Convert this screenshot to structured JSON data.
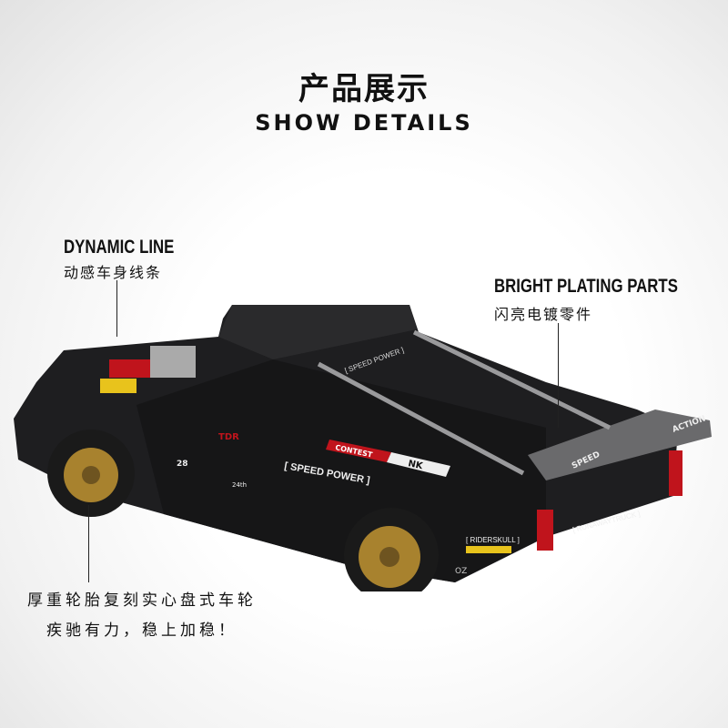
{
  "header": {
    "title_cn": "产品展示",
    "title_en": "SHOW DETAILS"
  },
  "callouts": {
    "dynamic_line": {
      "en": "DYNAMIC LINE",
      "cn": "动感车身线条"
    },
    "plating": {
      "en": "BRIGHT PLATING PARTS",
      "cn": "闪亮电镀零件"
    },
    "wheels": {
      "line1": "厚重轮胎复刻实心盘式车轮",
      "line2": "疾驰有力，稳上加稳！"
    }
  },
  "car": {
    "body_color": "#1e1e20",
    "rim_color": "#a8822e",
    "accent_red": "#c0141c",
    "decals": {
      "speed_power": "[ SPEED POWER ]",
      "roof": "[ SPEED POWER ]",
      "contest": "CONTEST",
      "nk": "NK",
      "riderskull": "[ RIDERSKULL ]",
      "runaway": "[ RUNAWAYTRUCK ]",
      "speed": "SPEED",
      "action": "ACTION",
      "tdr": "TDR",
      "number": "28",
      "year": "24th",
      "oz": "OZ"
    }
  }
}
